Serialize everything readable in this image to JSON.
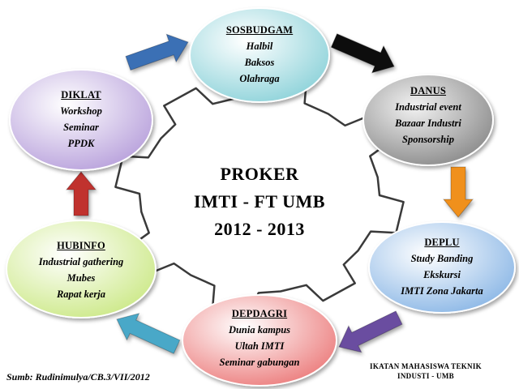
{
  "center": {
    "line1": "PROKER",
    "line2": "IMTI - FT UMB",
    "line3": "2012 - 2013"
  },
  "nodes": [
    {
      "id": "sosbudgam",
      "title": "SOSBUDGAM",
      "items": [
        "Halbil",
        "Baksos",
        "Olahraga"
      ],
      "color": "#c4e9ec"
    },
    {
      "id": "danus",
      "title": "DANUS",
      "items": [
        "Industrial event",
        "Bazaar Industri",
        "Sponsorship"
      ],
      "color": "#a9a9a9"
    },
    {
      "id": "deplu",
      "title": "DEPLU",
      "items": [
        "Study Banding",
        "Ekskursi",
        "IMTI Zona Jakarta"
      ],
      "color": "#bcd7f1"
    },
    {
      "id": "depdagri",
      "title": "DEPDAGRI",
      "items": [
        "Dunia kampus",
        "Ultah IMTI",
        "Seminar gabungan"
      ],
      "color": "#f2a8a8"
    },
    {
      "id": "hubinfo",
      "title": "HUBINFO",
      "items": [
        "Industrial gathering",
        "Mubes",
        "Rapat kerja"
      ],
      "color": "#e3f3bc"
    },
    {
      "id": "diklat",
      "title": "DIKLAT",
      "items": [
        "Workshop",
        "Seminar",
        "PPDK"
      ],
      "color": "#d6c6ea"
    }
  ],
  "arrows": [
    {
      "from": "diklat",
      "to": "sosbudgam",
      "color": "#3a6fb5"
    },
    {
      "from": "sosbudgam",
      "to": "danus",
      "color": "#111111"
    },
    {
      "from": "danus",
      "to": "deplu",
      "color": "#f0901e"
    },
    {
      "from": "deplu",
      "to": "depdagri",
      "color": "#6a4ea0"
    },
    {
      "from": "depdagri",
      "to": "hubinfo",
      "color": "#48a8c8"
    },
    {
      "from": "hubinfo",
      "to": "diklat",
      "color": "#c0302e"
    }
  ],
  "footer": {
    "source": "Sumb: Rudinimulya/CB.3/VII/2012",
    "org_line1": "IKATAN MAHASISWA TEKNIK",
    "org_line2": "INDUSTI - UMB"
  }
}
